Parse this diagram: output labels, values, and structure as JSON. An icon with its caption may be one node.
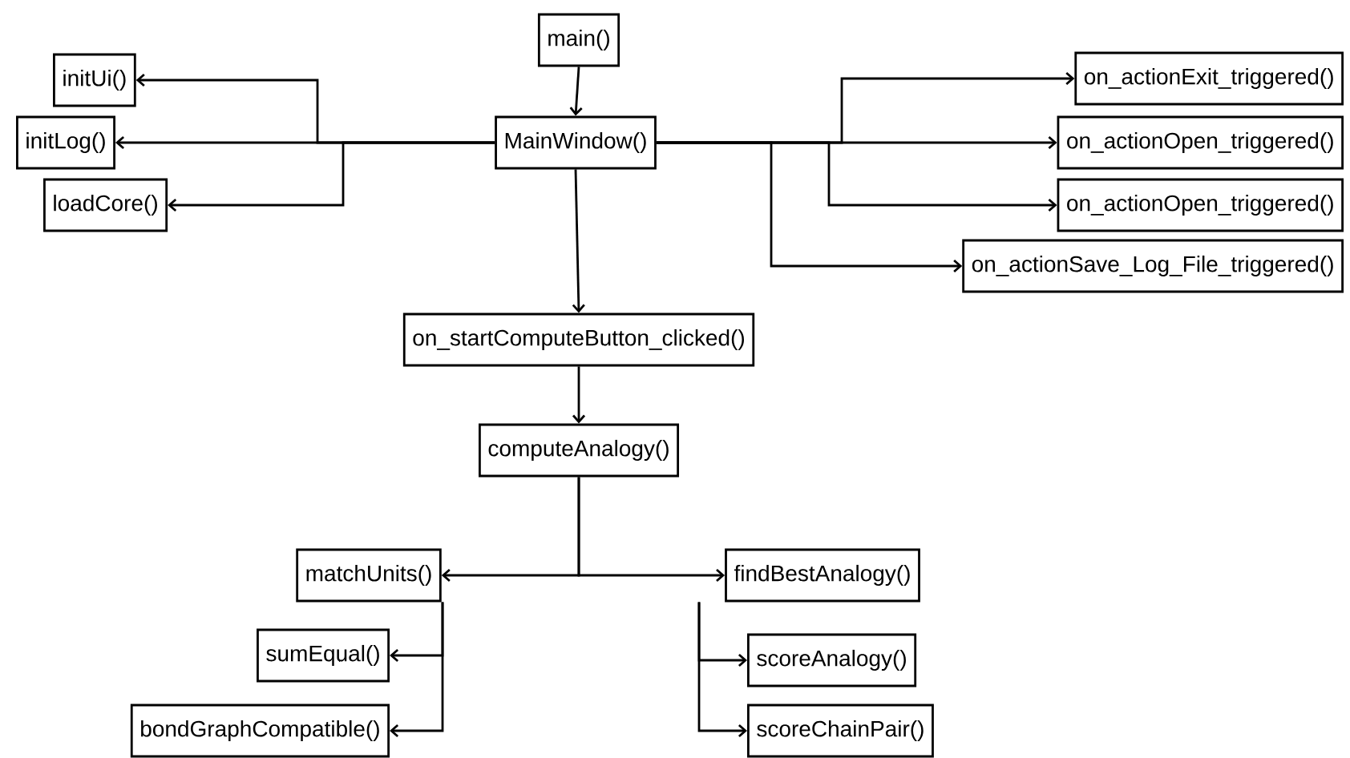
{
  "diagram": {
    "nodes": [
      {
        "text": [
          "main()"
        ]
      },
      {
        "text": [
          "MainWindow()"
        ]
      },
      {
        "text": [
          "initUi()"
        ]
      },
      {
        "text": [
          "initLog()"
        ]
      },
      {
        "text": [
          "loadCore()"
        ]
      },
      {
        "text": [
          "on_actionExit_triggered()"
        ]
      },
      {
        "text": [
          "on_actionOpen_triggered()"
        ]
      },
      {
        "text": [
          "on_actionOpen_triggered()"
        ]
      },
      {
        "text": [
          "on_actionSave_Log_File_triggered()"
        ]
      },
      {
        "text": [
          "on_startComputeButton_clicked()"
        ]
      },
      {
        "text": [
          "computeAnalogy()"
        ]
      },
      {
        "text": [
          "matchUnits()"
        ]
      },
      {
        "text": [
          "findBestAnalogy()"
        ]
      },
      {
        "text": [
          "sumEqual()"
        ]
      },
      {
        "text": [
          "bondGraphCompatible()"
        ]
      },
      {
        "text": [
          "scoreAnalogy()"
        ]
      },
      {
        "text": [
          "scoreChainPair()"
        ]
      }
    ],
    "edges": [
      {
        "from": 0,
        "to": 1,
        "arrow": "to"
      },
      {
        "from": 1,
        "to": 2,
        "arrow": "to"
      },
      {
        "from": 1,
        "to": 3,
        "arrow": "to"
      },
      {
        "from": 1,
        "to": 4,
        "arrow": "to"
      },
      {
        "from": 1,
        "to": 5,
        "arrow": "to"
      },
      {
        "from": 1,
        "to": 6,
        "arrow": "to"
      },
      {
        "from": 1,
        "to": 7,
        "arrow": "to"
      },
      {
        "from": 1,
        "to": 8,
        "arrow": "to"
      },
      {
        "from": 1,
        "to": 9,
        "arrow": "to"
      },
      {
        "from": 9,
        "to": 10,
        "arrow": "to"
      },
      {
        "from": 10,
        "to": 11,
        "arrow": "to"
      },
      {
        "from": 10,
        "to": 12,
        "arrow": "to"
      },
      {
        "from": 11,
        "to": 13,
        "arrow": "to"
      },
      {
        "from": 11,
        "to": 14,
        "arrow": "to"
      },
      {
        "from": 12,
        "to": 15,
        "arrow": "to"
      },
      {
        "from": 12,
        "to": 16,
        "arrow": "to"
      }
    ]
  }
}
